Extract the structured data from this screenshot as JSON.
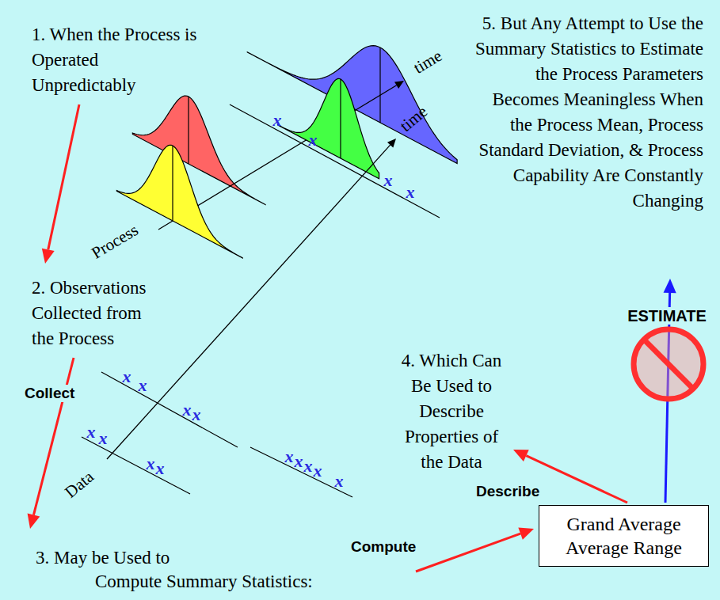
{
  "diagram": {
    "nodes": [
      {
        "text": [
          "Grand Average",
          "Average Range"
        ]
      }
    ],
    "labels": [
      "1. When the Process is Operated Unpredictably",
      "5. But Any Attempt to Use the Summary Statistics to Estimate the Process Parameters Becomes Meaningless When the Process Mean, Process Standard Deviation, & Process Capability Are Constantly Changing",
      "time",
      "Process",
      "x",
      "x",
      "x",
      "x",
      "2. Observations Collected from the Process",
      "time",
      "ESTIMATE",
      "x",
      "x",
      "x",
      "x",
      "Collect",
      "4. Which Can Be Used to Describe Properties of the Data",
      "x",
      "x",
      "x",
      "x",
      "x",
      "x",
      "x",
      "x",
      "x",
      "Data",
      "Describe",
      "Compute",
      "3. May be Used to Compute Summary Statistics:"
    ]
  }
}
